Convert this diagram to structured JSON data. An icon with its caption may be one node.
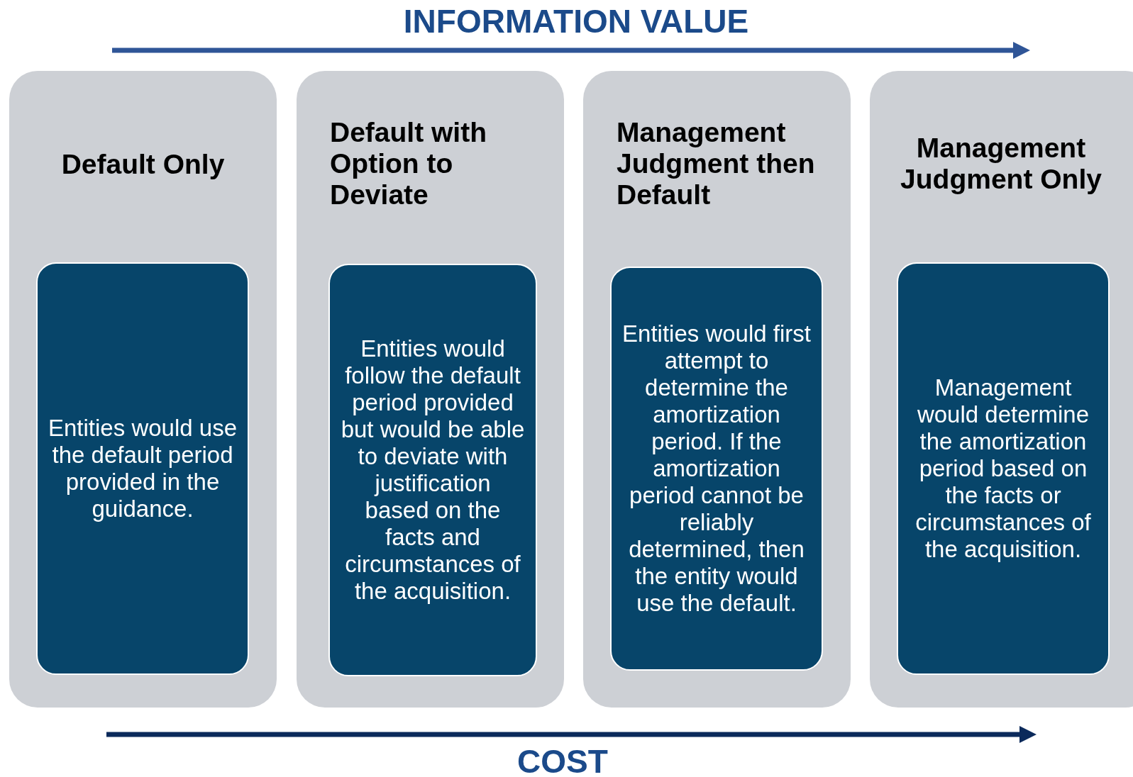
{
  "diagram": {
    "nodes": [
      {
        "text": [
          "Default Only"
        ]
      },
      {
        "text": [
          "Entities would use the default period provided in the guidance."
        ],
        "in": 0
      },
      {
        "text": [
          "Default with Option to Deviate"
        ]
      },
      {
        "text": [
          "Entities would follow the default period provided but would be able to deviate with justification based on the facts and circumstances of the acquisition."
        ],
        "in": 2
      },
      {
        "text": [
          "Management Judgment then Default"
        ]
      },
      {
        "text": [
          "Entities would first attempt to determine the amortization period. If the amortization period cannot be reliably determined, then the entity would use the default."
        ],
        "in": 4
      },
      {
        "text": [
          "Management Judgment Only"
        ]
      },
      {
        "text": [
          "Management would determine the amortization period based on the facts or circumstances of the acquisition."
        ],
        "in": 6
      }
    ],
    "edges": [],
    "labels": [
      "INFORMATION VALUE",
      "COST"
    ]
  }
}
